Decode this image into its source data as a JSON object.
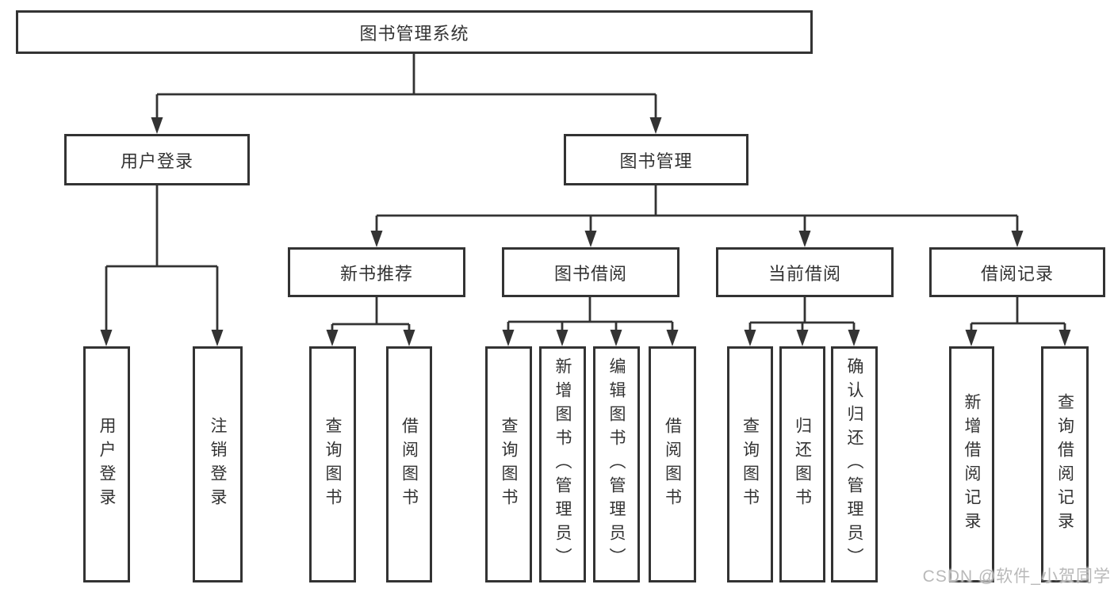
{
  "title": "图书管理系统",
  "colors": {
    "line": "#333333",
    "box_border": "#333333",
    "box_background": "#ffffff",
    "text": "#333333",
    "watermark": "#b9b9b9",
    "background": "#ffffff"
  },
  "watermark": {
    "text": "CSDN @软件_小贺同学"
  },
  "nodes": {
    "root": {
      "label": "图书管理系统"
    },
    "user_login": {
      "label": "用户登录"
    },
    "book_mgmt": {
      "label": "图书管理"
    },
    "new_book_rec": {
      "label": "新书推荐"
    },
    "book_borrow": {
      "label": "图书借阅"
    },
    "current_borrow": {
      "label": "当前借阅"
    },
    "borrow_records": {
      "label": "借阅记录"
    },
    "leaf_user_login": {
      "label": "用户登录"
    },
    "leaf_logout": {
      "label": "注销登录"
    },
    "rec_query_books": {
      "label": "查询图书"
    },
    "rec_borrow_books": {
      "label": "借阅图书"
    },
    "bb_query_books": {
      "label": "查询图书"
    },
    "bb_add_books": {
      "label": "新增图书（管理员）"
    },
    "bb_edit_books": {
      "label": "编辑图书（管理员）"
    },
    "bb_borrow_books": {
      "label": "借阅图书"
    },
    "cb_query_books": {
      "label": "查询图书"
    },
    "cb_return_books": {
      "label": "归还图书"
    },
    "cb_confirm_return": {
      "label": "确认归还（管理员）"
    },
    "br_add_record": {
      "label": "新增借阅记录"
    },
    "br_query_record": {
      "label": "查询借阅记录"
    }
  },
  "hierarchy": {
    "label": "图书管理系统",
    "children": [
      {
        "label": "用户登录",
        "children": [
          {
            "label": "用户登录"
          },
          {
            "label": "注销登录"
          }
        ]
      },
      {
        "label": "图书管理",
        "children": [
          {
            "label": "新书推荐",
            "children": [
              {
                "label": "查询图书"
              },
              {
                "label": "借阅图书"
              }
            ]
          },
          {
            "label": "图书借阅",
            "children": [
              {
                "label": "查询图书"
              },
              {
                "label": "新增图书（管理员）"
              },
              {
                "label": "编辑图书（管理员）"
              },
              {
                "label": "借阅图书"
              }
            ]
          },
          {
            "label": "当前借阅",
            "children": [
              {
                "label": "查询图书"
              },
              {
                "label": "归还图书"
              },
              {
                "label": "确认归还（管理员）"
              }
            ]
          },
          {
            "label": "借阅记录",
            "children": [
              {
                "label": "新增借阅记录"
              },
              {
                "label": "查询借阅记录"
              }
            ]
          }
        ]
      }
    ]
  }
}
